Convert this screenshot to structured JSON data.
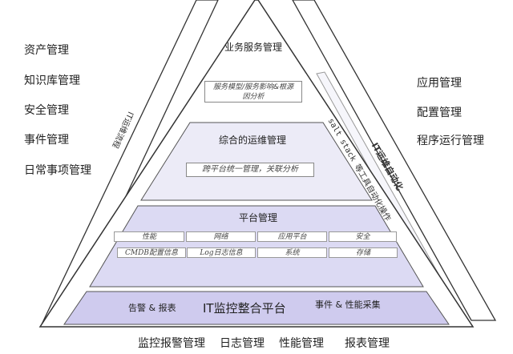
{
  "left_labels": [
    "资产管理",
    "知识库管理",
    "安全管理",
    "事件管理",
    "日常事项管理"
  ],
  "right_labels": [
    "应用管理",
    "配置管理",
    "程序运行管理"
  ],
  "bottom_labels": [
    "监控报警管理",
    "日志管理",
    "性能管理",
    "报表管理"
  ],
  "left_band": "IT运维流程",
  "right_band": {
    "title": "IT运维自动化",
    "sub": "salt stack 等工具自动化操作"
  },
  "layers": {
    "business": {
      "title": "业务服务管理",
      "box": "服务模型/服务影响&根源因分析"
    },
    "integrated": {
      "title": "综合的运维管理",
      "box": "跨平台统一管理，关联分析"
    },
    "platform": {
      "title": "平台管理",
      "cells": [
        "性能",
        "网络",
        "应用平台",
        "安全",
        "CMDB配置信息",
        "Log日志信息",
        "系统",
        "存储"
      ]
    },
    "monitor": {
      "title": "IT监控整合平台",
      "left": "告警 & 报表",
      "right": "事件 & 性能采集"
    }
  },
  "colors": {
    "layer_light": "#ecebf7",
    "layer_mid": "#dcdaf3",
    "layer_dark": "#cfcbee"
  }
}
